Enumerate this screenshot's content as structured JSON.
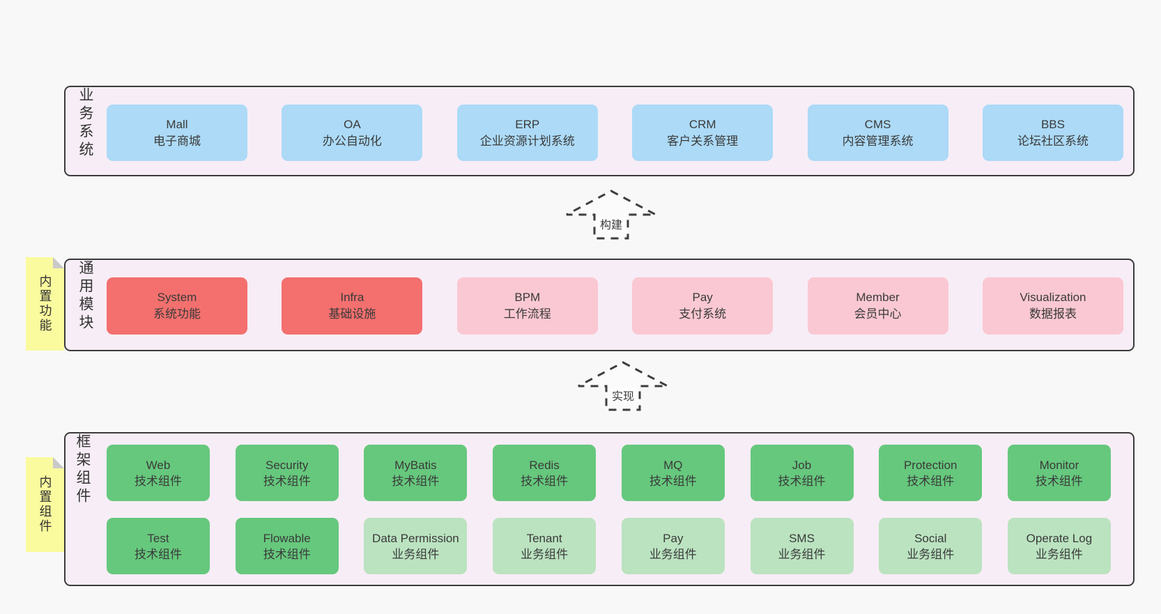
{
  "colors": {
    "blue": "#ACDAF7",
    "red": "#F3706E",
    "pink": "#FAC8D2",
    "green_dark": "#66C87D",
    "green_light": "#BBE3C0",
    "band_bg": "#F7EDF6",
    "border": "#3B3B3B",
    "sticky": "#FAFA9E",
    "fold": "#C9C9C9",
    "text": "#3A3A3A",
    "page_bg": "#F8F8F8"
  },
  "bands": [
    {
      "id": "business-systems",
      "label": "业务系统",
      "rows": [
        [
          {
            "title": "Mall",
            "subtitle": "电子商城",
            "variant": "blue"
          },
          {
            "title": "OA",
            "subtitle": "办公自动化",
            "variant": "blue"
          },
          {
            "title": "ERP",
            "subtitle": "企业资源计划系统",
            "variant": "blue"
          },
          {
            "title": "CRM",
            "subtitle": "客户关系管理",
            "variant": "blue"
          },
          {
            "title": "CMS",
            "subtitle": "内容管理系统",
            "variant": "blue"
          },
          {
            "title": "BBS",
            "subtitle": "论坛社区系统",
            "variant": "blue"
          }
        ]
      ]
    },
    {
      "id": "common-modules",
      "label": "通用模块",
      "sticky": "内置功能",
      "rows": [
        [
          {
            "title": "System",
            "subtitle": "系统功能",
            "variant": "red"
          },
          {
            "title": "Infra",
            "subtitle": "基础设施",
            "variant": "red"
          },
          {
            "title": "BPM",
            "subtitle": "工作流程",
            "variant": "pink"
          },
          {
            "title": "Pay",
            "subtitle": "支付系统",
            "variant": "pink"
          },
          {
            "title": "Member",
            "subtitle": "会员中心",
            "variant": "pink"
          },
          {
            "title": "Visualization",
            "subtitle": "数据报表",
            "variant": "pink"
          }
        ]
      ]
    },
    {
      "id": "framework-components",
      "label": "框架组件",
      "sticky": "内置组件",
      "rows": [
        [
          {
            "title": "Web",
            "subtitle": "技术组件",
            "variant": "green_dark"
          },
          {
            "title": "Security",
            "subtitle": "技术组件",
            "variant": "green_dark"
          },
          {
            "title": "MyBatis",
            "subtitle": "技术组件",
            "variant": "green_dark"
          },
          {
            "title": "Redis",
            "subtitle": "技术组件",
            "variant": "green_dark"
          },
          {
            "title": "MQ",
            "subtitle": "技术组件",
            "variant": "green_dark"
          },
          {
            "title": "Job",
            "subtitle": "技术组件",
            "variant": "green_dark"
          },
          {
            "title": "Protection",
            "subtitle": "技术组件",
            "variant": "green_dark"
          },
          {
            "title": "Monitor",
            "subtitle": "技术组件",
            "variant": "green_dark"
          }
        ],
        [
          {
            "title": "Test",
            "subtitle": "技术组件",
            "variant": "green_dark"
          },
          {
            "title": "Flowable",
            "subtitle": "技术组件",
            "variant": "green_dark"
          },
          {
            "title": "Data Permission",
            "subtitle": "业务组件",
            "variant": "green_light"
          },
          {
            "title": "Tenant",
            "subtitle": "业务组件",
            "variant": "green_light"
          },
          {
            "title": "Pay",
            "subtitle": "业务组件",
            "variant": "green_light"
          },
          {
            "title": "SMS",
            "subtitle": "业务组件",
            "variant": "green_light"
          },
          {
            "title": "Social",
            "subtitle": "业务组件",
            "variant": "green_light"
          },
          {
            "title": "Operate Log",
            "subtitle": "业务组件",
            "variant": "green_light"
          }
        ]
      ]
    }
  ],
  "arrows": [
    {
      "label": "构建"
    },
    {
      "label": "实现"
    }
  ]
}
